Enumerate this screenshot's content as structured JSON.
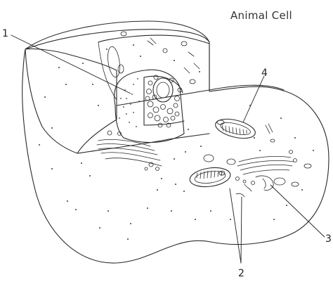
{
  "title": "Animal Cell",
  "labels": [
    "1",
    "2",
    "3",
    "4"
  ]
}
